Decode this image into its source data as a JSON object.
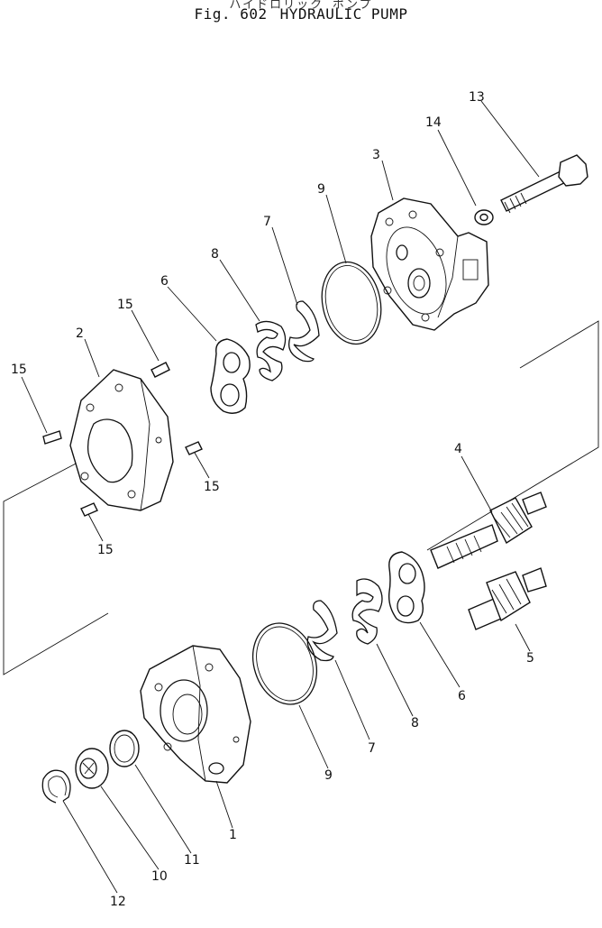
{
  "header": {
    "japanese_title": "ハイドロリック ポンプ",
    "figure_number": "Fig. 602",
    "title": "HYDRAULIC PUMP"
  },
  "callouts": {
    "c1": "1",
    "c2": "2",
    "c3": "3",
    "c4": "4",
    "c5": "5",
    "c6a": "6",
    "c6b": "6",
    "c7a": "7",
    "c7b": "7",
    "c8a": "8",
    "c8b": "8",
    "c9a": "9",
    "c9b": "9",
    "c10": "10",
    "c11": "11",
    "c12": "12",
    "c13": "13",
    "c14": "14",
    "c15a": "15",
    "c15b": "15",
    "c15c": "15",
    "c15d": "15"
  }
}
